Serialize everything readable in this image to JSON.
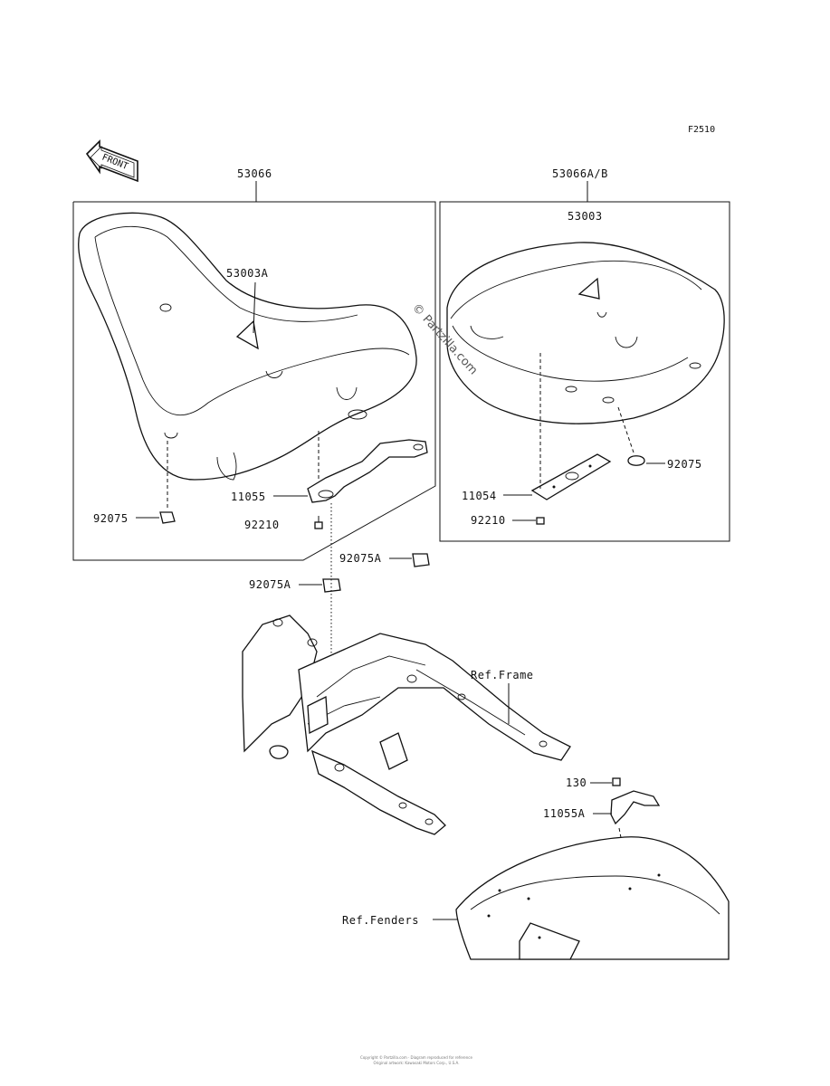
{
  "figure_code": "F2510",
  "front_label": "FRONT",
  "watermark": "© Partzilla.com",
  "parts": {
    "front_seat_assy": "53066",
    "rear_seat_assy": "53066A/B",
    "front_seat_cover": "53003A",
    "rear_seat_cover": "53003",
    "damper_front": "92075",
    "damper_rear": "92075",
    "bracket_front": "11055",
    "bracket_rear": "11054",
    "bolt_front": "92210",
    "bolt_rear": "92210",
    "damper_upper": "92075A",
    "damper_lower": "92075A",
    "bolt_fender": "130",
    "bracket_fender": "11055A"
  },
  "references": {
    "frame": "Ref.Frame",
    "fenders": "Ref.Fenders"
  },
  "footer": {
    "line1": "Copyright © Partzilla.com · Diagram reproduced for reference",
    "line2": "Original artwork: Kawasaki Motors Corp., U.S.A."
  }
}
